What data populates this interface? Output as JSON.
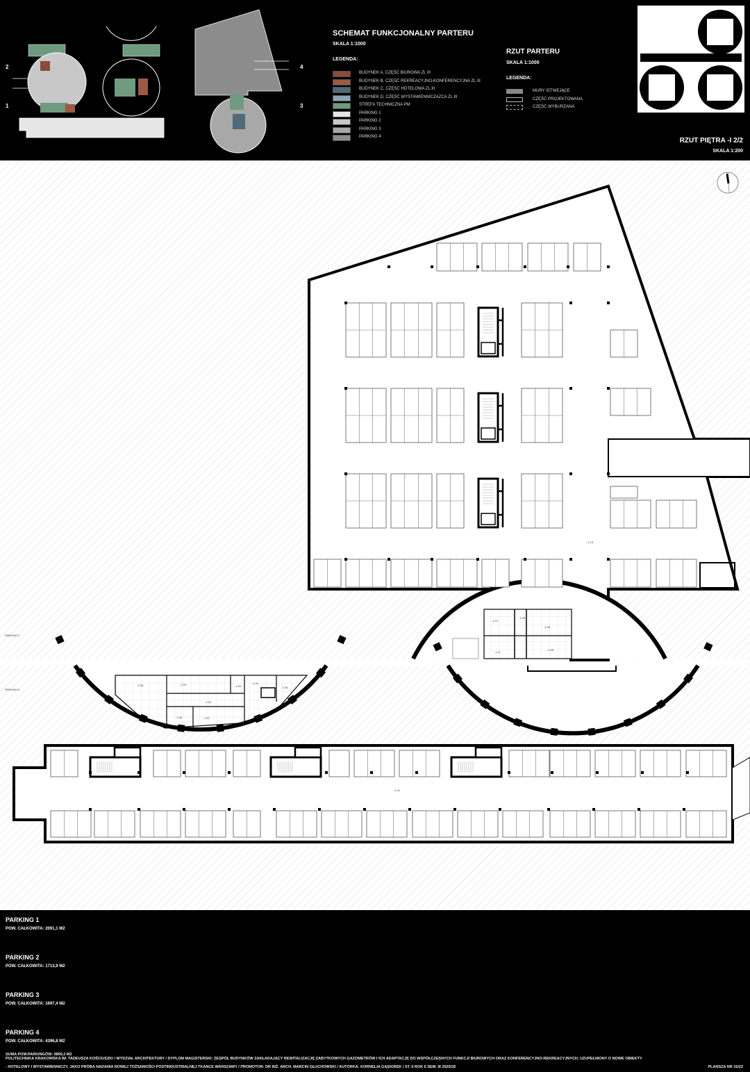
{
  "scheme": {
    "title": "SCHEMAT FUNKCJONALNY PARTERU",
    "scale": "SKALA 1:1000",
    "legend_title": "LEGENDA:",
    "legend": [
      {
        "label": "BUDYNEK A, CZĘŚĆ BIUROWA ZL III",
        "color": "#8a4a3c"
      },
      {
        "label": "BUDYNEK B, CZĘŚĆ REKREACYJNO-KONFERENCYJNA ZL III",
        "color": "#9c5a44"
      },
      {
        "label": "BUDYNEK C, CZĘŚĆ HOTELOWA ZL III",
        "color": "#4f6a78"
      },
      {
        "label": "BUDYNEK D, CZĘŚĆ WYSTAWIENNICZAZCA ZL III",
        "color": "#8aa4b8"
      },
      {
        "label": "STREFA TECHNICZNA PM",
        "color": "#6f9a80"
      },
      {
        "label": "PARKING 1",
        "color": "#e6e6e6"
      },
      {
        "label": "PARKING 2",
        "color": "#c8c8c8"
      },
      {
        "label": "PARKING 3",
        "color": "#a8a8a8"
      },
      {
        "label": "PARKING 4",
        "color": "#8c8c8c"
      }
    ],
    "markers": [
      "1",
      "2",
      "3",
      "4"
    ]
  },
  "ground_floor": {
    "title": "RZUT PARTERU",
    "scale": "SKALA 1:1000",
    "legend_title": "LEGENDA:",
    "legend": [
      {
        "label": "MURY ISTNIEJĄCE",
        "style": "filled"
      },
      {
        "label": "CZĘŚĆ PROJEKTOWANA",
        "style": "solid"
      },
      {
        "label": "CZĘŚĆ WYBURZANA",
        "style": "dashed"
      }
    ]
  },
  "sheet": {
    "title": "RZUT PIĘTRA -I 2/2",
    "scale": "SKALA 1:200"
  },
  "plan": {
    "zone_labels": [
      "PARKING 4",
      "PARKING 5"
    ],
    "rooms": {
      "main": "-1.13",
      "long_bar": "-1.01",
      "right_circle": [
        "-1.10",
        "-1.09",
        "-1.08",
        "-1.11",
        "-1.06"
      ],
      "left_circle": [
        "-1.05",
        "-1.04",
        "-1.02",
        "-1.01",
        "-1.08",
        "-1.03",
        "-1.06",
        "-1.07"
      ]
    }
  },
  "parkings": [
    {
      "name": "PARKING 1",
      "area": "POW. CAŁKOWITA: 2091,1 M2"
    },
    {
      "name": "PARKING 2",
      "area": "POW. CAŁKOWITA: 1713,9 M2"
    },
    {
      "name": "PARKING 3",
      "area": "POW. CAŁKOWITA: 1697,4 M2"
    },
    {
      "name": "PARKING 4",
      "area": "POW. CAŁKOWITA: 4396,8 M2"
    }
  ],
  "footer": {
    "sum": "SUMA POW.PARKINGÓW: 9899,2 M2",
    "line1": "POLITECHNIKA KRAKOWSKA IM. TADEUSZA KOŚCIUSZKI / WYDZIAŁ ARCHITEKTURY / DYPLOM MAGISTERSKI: ZESPÓŁ BUDYNKÓW ZAKŁADAJĄCY REWITALIZACJĘ ZABYTKOWYCH GAZOMETRÓW I ICH ADAPTACJĘ DO WSPÓŁCZESNYCH FUNKCJI BIUROWYCH ORAZ KONFERENCYJNO-REKREACYJNYCH, UZUPEŁNIONY O NOWE OBIEKTY",
    "line2": "- HOTELOWY I WYSTAWIENNICZY, JAKO PRÓBA NADANIA NOWEJ TOŻSAMOŚCI POSTINDUSTRIALNEJ TKANCE WARSZAWY / PROMOTOR: DR INŻ. ARCH. MARCIN GŁUCHOWSKI / AUTORKA: KORNELIA GĄSIOREK / ST. II ROK II SEM. III 2025/26",
    "sheet_no": "PLANSZA NR 15/22"
  }
}
